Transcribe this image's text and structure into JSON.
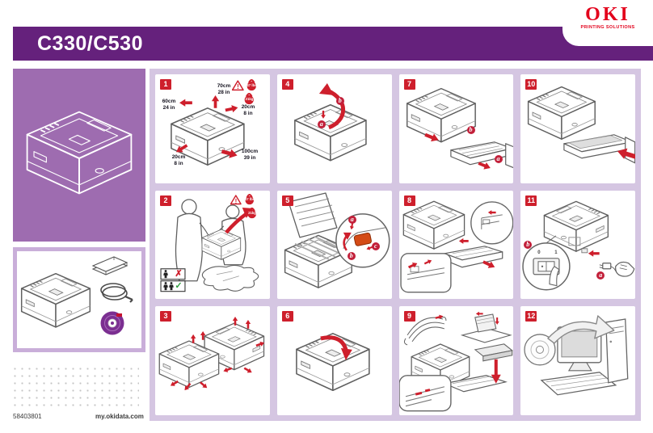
{
  "page": {
    "title": "C330/C530",
    "part_number": "58403801",
    "website": "my.okidata.com"
  },
  "brand": {
    "name": "OKI",
    "tagline": "PRINTING SOLUTIONS",
    "logo_color": "#e3001b"
  },
  "colors": {
    "header_purple": "#65217c",
    "hero_purple": "#9e6cb0",
    "grid_lavender": "#d5c6e2",
    "contents_border": "#c9aed9",
    "step_red": "#ce1f2c",
    "ok_green": "#2e9e3e"
  },
  "warning_symbol": "!",
  "weights": {
    "pounds": "47 lbs",
    "kilograms": "21kg"
  },
  "panels": [
    {
      "number": "1",
      "name": "clearance-space",
      "labels": {
        "top": "70cm\n28 in",
        "left": "60cm\n24 in",
        "right": "20cm\n8 in",
        "bottom_left": "20cm\n8 in",
        "bottom_right": "100cm\n39 in"
      }
    },
    {
      "number": "2",
      "name": "lift-with-two-people",
      "marks": {
        "single": "✗",
        "double": "✓"
      }
    },
    {
      "number": "3",
      "name": "remove-protective-tape"
    },
    {
      "number": "4",
      "name": "open-top-cover",
      "steps": [
        "a",
        "b"
      ]
    },
    {
      "number": "5",
      "name": "remove-toner-locks",
      "steps": [
        "a",
        "b",
        "c"
      ]
    },
    {
      "number": "6",
      "name": "close-top-cover"
    },
    {
      "number": "7",
      "name": "pull-out-paper-tray",
      "steps": [
        "a",
        "b"
      ]
    },
    {
      "number": "8",
      "name": "adjust-paper-guides"
    },
    {
      "number": "9",
      "name": "fan-and-load-paper"
    },
    {
      "number": "10",
      "name": "insert-paper-tray"
    },
    {
      "number": "11",
      "name": "connect-power-switch-on",
      "steps": [
        "a",
        "b"
      ],
      "switch": {
        "off": "0",
        "on": "1"
      }
    },
    {
      "number": "12",
      "name": "install-software-cd"
    }
  ]
}
